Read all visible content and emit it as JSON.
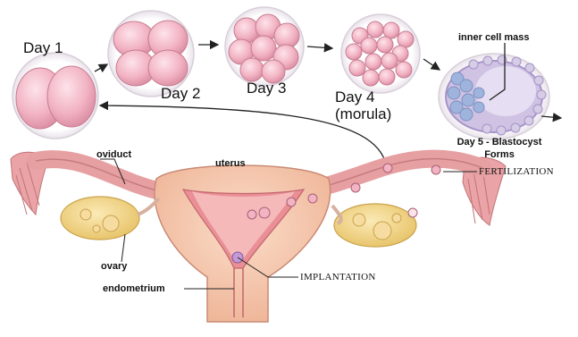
{
  "stages": {
    "day1": "Day 1",
    "day2": "Day 2",
    "day3": "Day 3",
    "day4_line1": "Day 4",
    "day4_line2": "(morula)",
    "day5_line1": "Day 5 - Blastocyst",
    "day5_line2": "Forms",
    "inner_cell_mass": "inner cell mass"
  },
  "anatomy": {
    "oviduct": "oviduct",
    "uterus": "uterus",
    "ovary": "ovary",
    "endometrium": "endometrium",
    "fertilization": "FERTILIZATION",
    "implantation": "IMPLANTATION"
  },
  "colors": {
    "cell_fill": "#f2b3c3",
    "cell_stroke": "#c77d92",
    "uterus_fill": "#f6c9ae",
    "uterus_stroke": "#c98a74",
    "oviduct": "#e7a0a2",
    "ovary": "#f1d98c",
    "blastocyst_inner": "#b9a9d6"
  }
}
